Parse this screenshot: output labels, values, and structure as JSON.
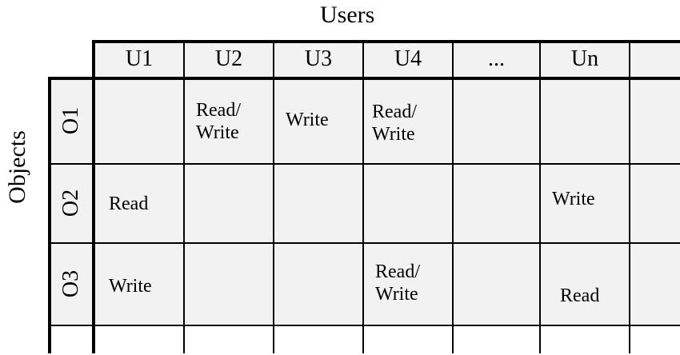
{
  "titles": {
    "users": "Users",
    "objects": "Objects"
  },
  "columns": [
    "U1",
    "U2",
    "U3",
    "U4",
    "...",
    "Un"
  ],
  "rows": [
    "O1",
    "O2",
    "O3"
  ],
  "cells": {
    "o1_u2": "Read/\nWrite",
    "o1_u3": "Write",
    "o1_u4": "Read/\nWrite",
    "o2_u1": "Read",
    "o2_un": "Write",
    "o3_u1": "Write",
    "o3_u4": "Read/\nWrite",
    "o3_un": "Read"
  },
  "colors": {
    "cell_background": "#f2f2f2",
    "grid": "#000000"
  }
}
